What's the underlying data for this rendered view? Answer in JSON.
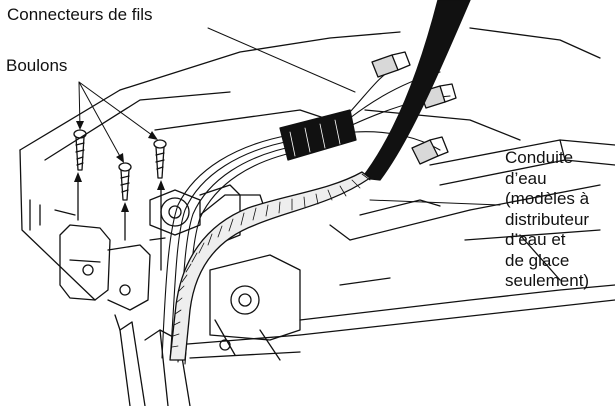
{
  "labels": {
    "wire_connectors": "Connecteurs de fils",
    "bolts": "Boulons",
    "water_line": [
      "Conduite",
      "d’eau",
      "(modèles à",
      "distributeur",
      "d’eau et",
      "de glace",
      "seulement)"
    ]
  },
  "colors": {
    "ink": "#111111",
    "background": "#ffffff"
  }
}
